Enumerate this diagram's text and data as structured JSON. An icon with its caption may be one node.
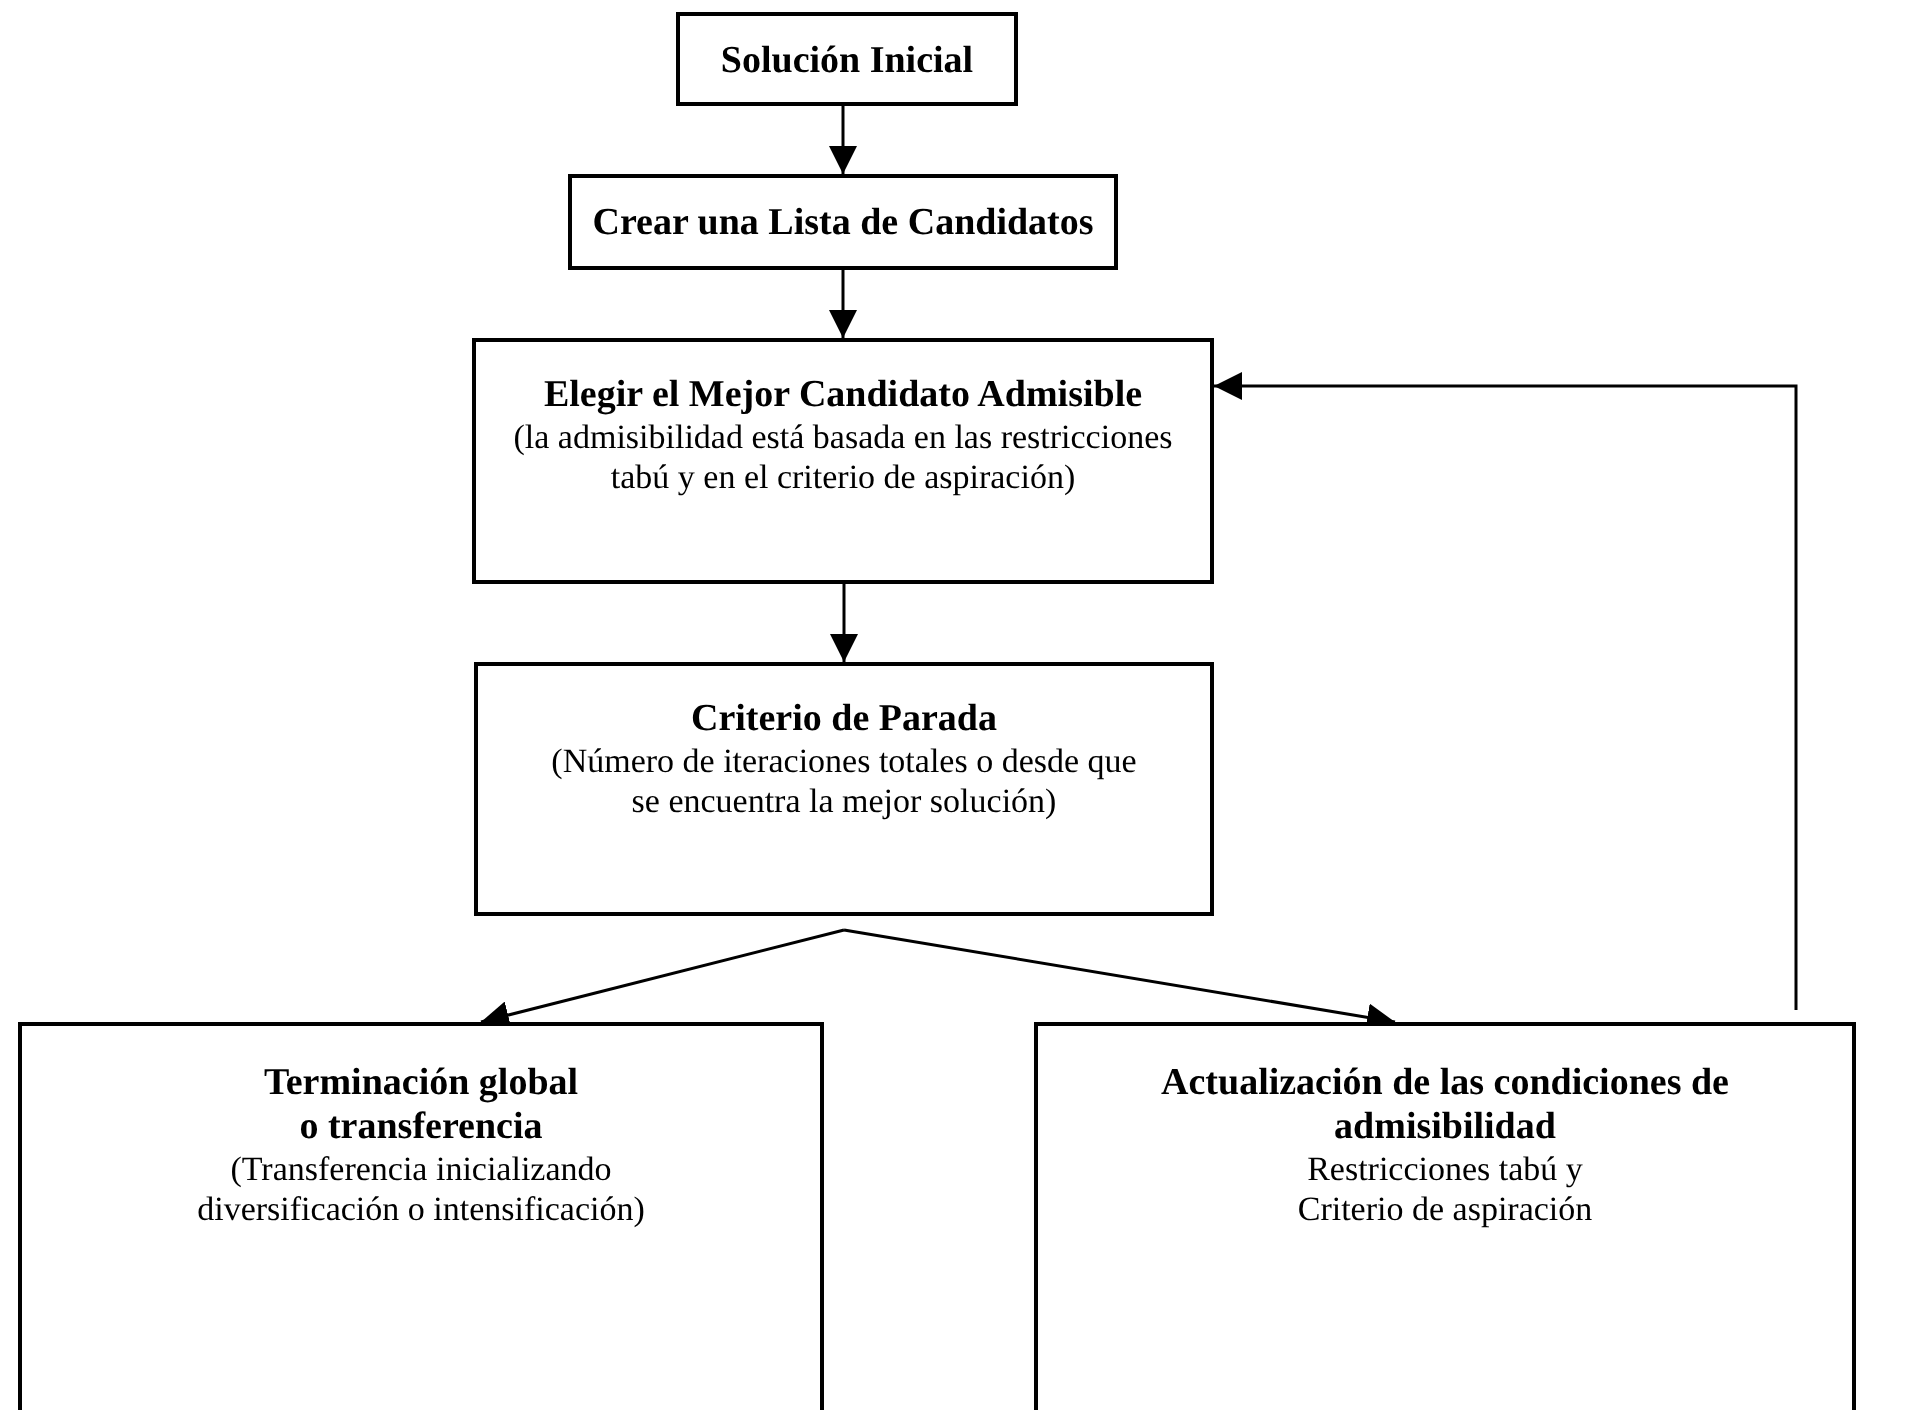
{
  "diagram": {
    "nodes": [
      {
        "text": [
          "Solución Inicial"
        ]
      },
      {
        "text": [
          "Crear una Lista de Candidatos"
        ]
      },
      {
        "text": [
          "Elegir el Mejor Candidato Admisible",
          "(la admisibilidad está basada en las restricciones tabú y en el criterio de aspiración)"
        ]
      },
      {
        "text": [
          "Criterio de Parada",
          "(Número de iteraciones totales o desde que se encuentra la mejor solución)"
        ]
      },
      {
        "text": [
          "Terminación global o transferencia",
          "(Transferencia inicializando diversificación o intensificación)"
        ]
      },
      {
        "text": [
          "Actualización de las condiciones de admisibilidad",
          "Restricciones tabú y Criterio de aspiración"
        ]
      }
    ],
    "edges": [
      {
        "from": 0,
        "to": 1,
        "arrow": "to"
      },
      {
        "from": 1,
        "to": 2,
        "arrow": "to"
      },
      {
        "from": 2,
        "to": 3,
        "arrow": "to"
      },
      {
        "from": 3,
        "to": 4,
        "arrow": "to"
      },
      {
        "from": 3,
        "to": 5,
        "arrow": "to"
      },
      {
        "from": 5,
        "to": 2,
        "arrow": "to"
      }
    ]
  }
}
